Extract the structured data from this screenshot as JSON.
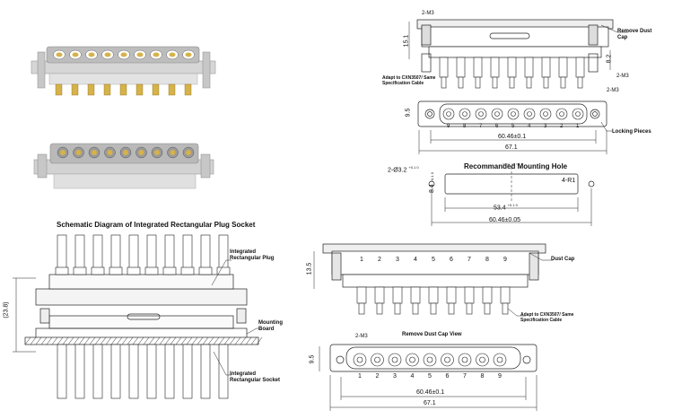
{
  "left_panel": {
    "schematic_title": "Schematic Diagram of Integrated Rectangular Plug Socket",
    "labels": {
      "plug": "Integrated Rectangular Plug",
      "socket": "Integrated Rectangular Socket",
      "mounting_board": "Mounting Board",
      "height_dim": "(23.8)"
    }
  },
  "right_top": {
    "callouts": {
      "remove_dust_cap": "Remove Dust Cap",
      "adapt": "Adapt to CXN3507/ Same Specification Cable",
      "locking_pieces": "Locking Pieces",
      "m3_top": "2-M3",
      "m3_right": "2-M3",
      "m3_right2": "2-M3"
    },
    "dims": {
      "h15": "15.1",
      "h82": "8.2",
      "h95": "9.5",
      "w6046": "60.46±0.1",
      "w671": "67.1"
    },
    "pin_numbers_reverse": [
      "9",
      "8",
      "7",
      "6",
      "5",
      "4",
      "3",
      "2",
      "1"
    ]
  },
  "mounting_hole": {
    "title": "Recommanded Mounting Hole",
    "dims": {
      "hole": "2-Ø3.2",
      "hole_tol": "+0.1 0",
      "h84": "8.4",
      "h84_tol": "+0.1 0",
      "r1": "4-R1",
      "w534": "53.4",
      "w534_tol": "+0.1 0",
      "w6046": "60.46±0.05"
    }
  },
  "right_bottom": {
    "callouts": {
      "dust_cap": "Dust Cap",
      "adapt": "Adapt to CXN3507/ Same Specification Cable",
      "remove_view": "Remove Dust Cap View",
      "m3": "2-M3"
    },
    "dims": {
      "h135": "13.5",
      "h95": "9.5",
      "w6046": "60.46±0.1",
      "w671": "67.1"
    },
    "pin_numbers": [
      "1",
      "2",
      "3",
      "4",
      "5",
      "6",
      "7",
      "8",
      "9"
    ]
  },
  "colors": {
    "line": "#222222",
    "housing": "#cfcfcf",
    "contact_gold": "#d6b24a",
    "photo_bg": "#e8e8e8"
  }
}
